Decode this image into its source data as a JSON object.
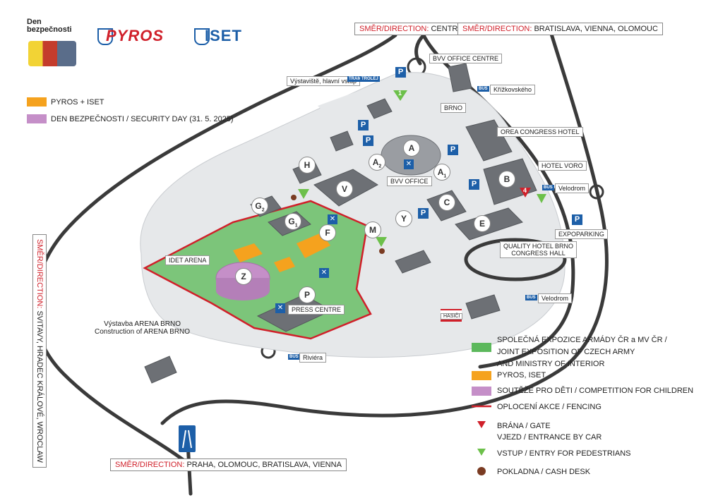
{
  "logos": {
    "den_bezpecnosti": "Den\nbezpečnosti",
    "pyros": "PYROS",
    "iset": "ISET"
  },
  "top_legend": {
    "pyros_iset": "PYROS + ISET",
    "security_day": "DEN BEZPEČNOSTI / SECURITY DAY (31. 5. 2025)",
    "pyros_color": "#f5a21e",
    "security_color": "#c58fc8"
  },
  "directions": {
    "prefix": "SMĚR/DIRECTION:",
    "centrum": "CENTRUM",
    "bratislava": "BRATISLAVA, VIENNA, OLOMOUC",
    "svitavy": "SVITAVY, HRADEC KRÁLOVÉ, WROCLAW",
    "praha": "PRAHA, OLOMOUC, BRATISLAVA, VIENNA"
  },
  "labels": {
    "bvv_office_centre": "BVV OFFICE CENTRE",
    "vystaviste": "Výstaviště, hlavní vstup",
    "krizkovskeho": "Křížkovského",
    "brno": "BRNO",
    "orea": "OREA CONGRESS HOTEL",
    "hotel_voro": "HOTEL VORO",
    "velodrom": "Velodrom",
    "velodrom2": "Velodrom",
    "expoparking": "EXPOPARKING",
    "quality_hotel": "QUALITY HOTEL BRNO\nCONGRESS HALL",
    "bvv_office": "BVV OFFICE",
    "idet_arena": "IDET ARENA",
    "press_centre": "PRESS CENTRE",
    "arena_brno": "Výstavba ARENA BRNO\nConstruction of ARENA BRNO",
    "riviera": "Riviéra",
    "hasici": "HASIČI",
    "tram": "TRAM",
    "trol": "TROLEJ",
    "bus": "BUS"
  },
  "pavilions": {
    "A": "A",
    "A1": "A",
    "A1sub": "1",
    "A2": "A",
    "A2sub": "2",
    "B": "B",
    "C": "C",
    "E": "E",
    "F": "F",
    "G1": "G",
    "G1sub": "1",
    "G2": "G",
    "G2sub": "2",
    "H": "H",
    "M": "M",
    "P": "P",
    "V": "V",
    "Y": "Y",
    "Z": "Z"
  },
  "markers": {
    "entry1": "1",
    "gate4": "4",
    "parking": "P"
  },
  "legend": {
    "green": "SPOLEČNÁ EXPOZICE ARMÁDY ČR a MV ČR /\nJOINT EXPOSITION OF CZECH ARMY\nAND MINISTRY OF INTERIOR",
    "orange": "PYROS, ISET",
    "purple": "SOUTĚŽE PRO DĚTI / COMPETITION FOR CHILDREN",
    "fence": "OPLOCENÍ AKCE / FENCING",
    "gate": "BRÁNA / GATE\nVJEZD / ENTRANCE BY CAR",
    "entry": "VSTUP / ENTRY FOR PEDESTRIANS",
    "cash": "POKLADNA / CASH DESK",
    "green_color": "#5cb85c",
    "orange_color": "#f5a21e",
    "purple_color": "#c58fc8",
    "red_color": "#d0202a",
    "entry_color": "#6cc04a",
    "cash_color": "#7a3b22"
  }
}
